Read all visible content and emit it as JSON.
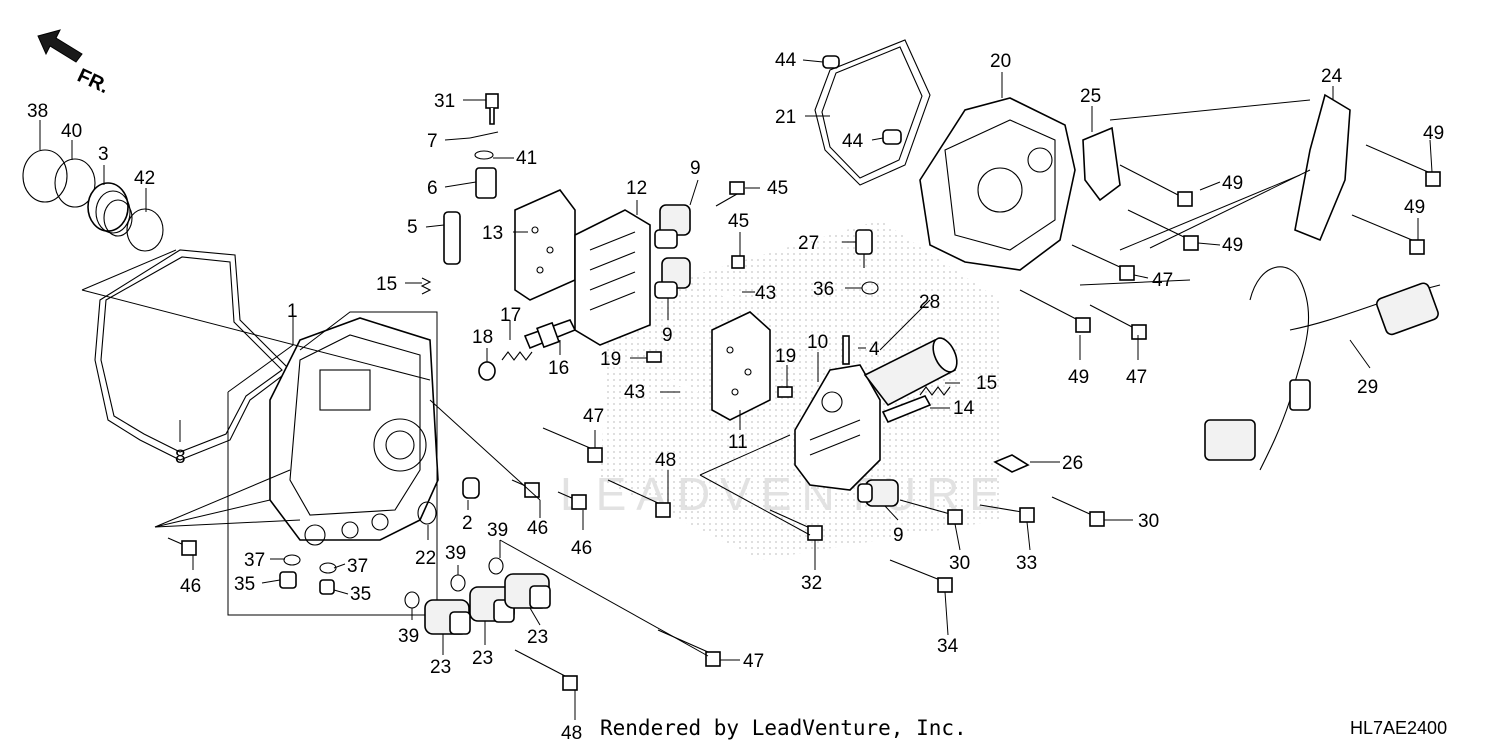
{
  "diagram": {
    "orientation_label": "FR.",
    "credit": "Rendered by LeadVenture, Inc.",
    "code": "HL7AE2400",
    "callouts": [
      {
        "id": "c38",
        "text": "38"
      },
      {
        "id": "c40",
        "text": "40"
      },
      {
        "id": "c3",
        "text": "3"
      },
      {
        "id": "c42",
        "text": "42"
      },
      {
        "id": "c8",
        "text": "8"
      },
      {
        "id": "c1",
        "text": "1"
      },
      {
        "id": "c31",
        "text": "31"
      },
      {
        "id": "c7",
        "text": "7"
      },
      {
        "id": "c41",
        "text": "41"
      },
      {
        "id": "c6",
        "text": "6"
      },
      {
        "id": "c5",
        "text": "5"
      },
      {
        "id": "c15a",
        "text": "15"
      },
      {
        "id": "c13",
        "text": "13"
      },
      {
        "id": "c12",
        "text": "12"
      },
      {
        "id": "c9a",
        "text": "9"
      },
      {
        "id": "c45a",
        "text": "45"
      },
      {
        "id": "c45b",
        "text": "45"
      },
      {
        "id": "c9b",
        "text": "9"
      },
      {
        "id": "c18",
        "text": "18"
      },
      {
        "id": "c17",
        "text": "17"
      },
      {
        "id": "c16",
        "text": "16"
      },
      {
        "id": "c43a",
        "text": "43"
      },
      {
        "id": "c19a",
        "text": "19"
      },
      {
        "id": "c43b",
        "text": "43"
      },
      {
        "id": "c11",
        "text": "11"
      },
      {
        "id": "c19b",
        "text": "19"
      },
      {
        "id": "c10",
        "text": "10"
      },
      {
        "id": "c4",
        "text": "4"
      },
      {
        "id": "c44a",
        "text": "44"
      },
      {
        "id": "c21",
        "text": "21"
      },
      {
        "id": "c44b",
        "text": "44"
      },
      {
        "id": "c20",
        "text": "20"
      },
      {
        "id": "c25",
        "text": "25"
      },
      {
        "id": "c24",
        "text": "24"
      },
      {
        "id": "c49a",
        "text": "49"
      },
      {
        "id": "c49b",
        "text": "49"
      },
      {
        "id": "c49c",
        "text": "49"
      },
      {
        "id": "c49d",
        "text": "49"
      },
      {
        "id": "c49e",
        "text": "49"
      },
      {
        "id": "c27",
        "text": "27"
      },
      {
        "id": "c36",
        "text": "36"
      },
      {
        "id": "c47a",
        "text": "47"
      },
      {
        "id": "c47b",
        "text": "47"
      },
      {
        "id": "c28",
        "text": "28"
      },
      {
        "id": "c15b",
        "text": "15"
      },
      {
        "id": "c14",
        "text": "14"
      },
      {
        "id": "c26",
        "text": "26"
      },
      {
        "id": "c29",
        "text": "29"
      },
      {
        "id": "c47c",
        "text": "47"
      },
      {
        "id": "c48a",
        "text": "48"
      },
      {
        "id": "c2",
        "text": "2"
      },
      {
        "id": "c46a",
        "text": "46"
      },
      {
        "id": "c46b",
        "text": "46"
      },
      {
        "id": "c46c",
        "text": "46"
      },
      {
        "id": "c22",
        "text": "22"
      },
      {
        "id": "c39a",
        "text": "39"
      },
      {
        "id": "c39b",
        "text": "39"
      },
      {
        "id": "c39c",
        "text": "39"
      },
      {
        "id": "c37a",
        "text": "37"
      },
      {
        "id": "c37b",
        "text": "37"
      },
      {
        "id": "c35a",
        "text": "35"
      },
      {
        "id": "c35b",
        "text": "35"
      },
      {
        "id": "c23a",
        "text": "23"
      },
      {
        "id": "c23b",
        "text": "23"
      },
      {
        "id": "c23c",
        "text": "23"
      },
      {
        "id": "c47d",
        "text": "47"
      },
      {
        "id": "c48b",
        "text": "48"
      },
      {
        "id": "c9c",
        "text": "9"
      },
      {
        "id": "c32",
        "text": "32"
      },
      {
        "id": "c30a",
        "text": "30"
      },
      {
        "id": "c33",
        "text": "33"
      },
      {
        "id": "c30b",
        "text": "30"
      },
      {
        "id": "c34",
        "text": "34"
      }
    ]
  }
}
